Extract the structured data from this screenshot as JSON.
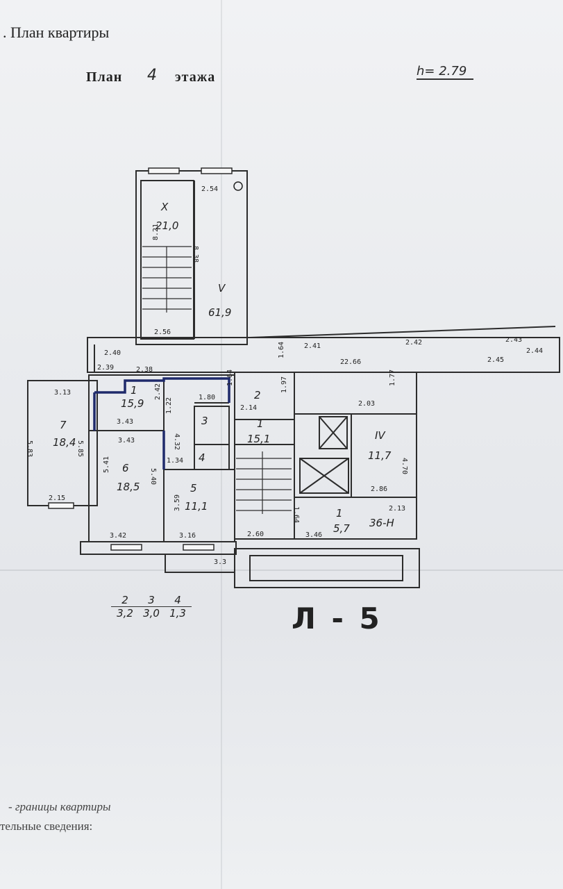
{
  "document": {
    "section_title": ". План квартиры",
    "plan_label": "План",
    "floor_number": "4",
    "floor_word": "этажа",
    "height_label": "h= 2.79",
    "stamp": "Л - 5",
    "legend_text": "- границы квартиры",
    "notes_text": "тельные сведения:"
  },
  "plan": {
    "rooms": [
      {
        "num": "X",
        "area": "21,0"
      },
      {
        "num": "V",
        "area": "61,9"
      },
      {
        "num": "1",
        "area": "15,9"
      },
      {
        "num": "7",
        "area": "18,4"
      },
      {
        "num": "6",
        "area": "18,5"
      },
      {
        "num": "5",
        "area": "11,1"
      },
      {
        "num": "3",
        "area": ""
      },
      {
        "num": "4",
        "area": ""
      },
      {
        "num": "2",
        "area": ""
      },
      {
        "num": "1",
        "area": "15,1"
      },
      {
        "num": "IV",
        "area": "11,7"
      },
      {
        "num": "1",
        "area": "5,7"
      },
      {
        "num": "",
        "area": "36-Н"
      }
    ],
    "dimensions": [
      "2.54",
      "2.56",
      "8.21",
      "8.38",
      "2.40",
      "2.41",
      "2.42",
      "2.43",
      "2.44",
      "2.45",
      "2.39",
      "2.38",
      "22.66",
      "3.13",
      "3.43",
      "3.43",
      "5.83",
      "5.85",
      "5.41",
      "5.40",
      "2.15",
      "3.42",
      "3.16",
      "2.60",
      "3.3",
      "1.80",
      "2.14",
      "1.64",
      "1.97",
      "1.77",
      "2.03",
      "4.70",
      "2.86",
      "2.13",
      "3.46",
      "1.64",
      "1.34",
      "4.32",
      "1.22",
      "2.42",
      "3.59",
      "1.64"
    ]
  },
  "summary": {
    "columns": [
      {
        "top": "2",
        "bottom": "3,2"
      },
      {
        "top": "3",
        "bottom": "3,0"
      },
      {
        "top": "4",
        "bottom": "1,3"
      }
    ]
  }
}
